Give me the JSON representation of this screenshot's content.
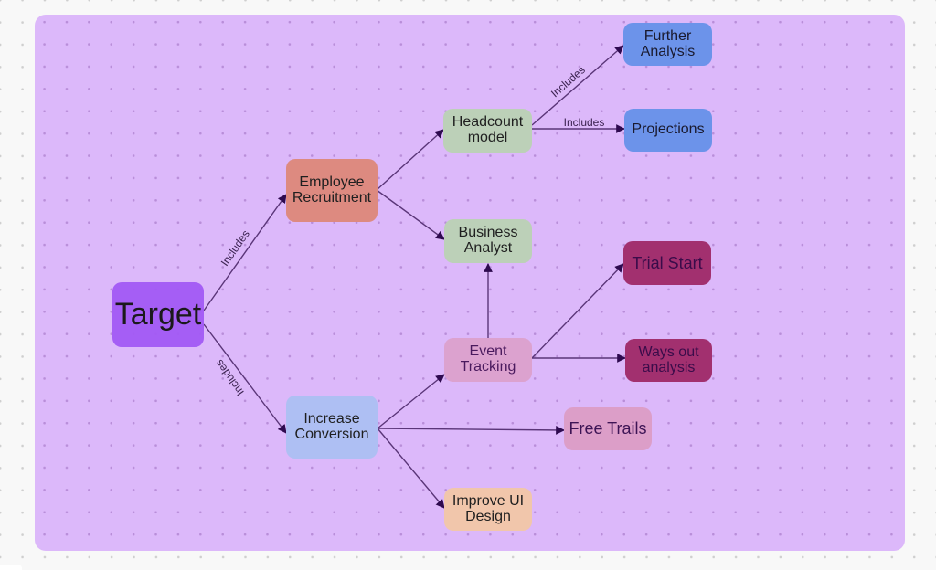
{
  "diagram": {
    "type": "mind-map",
    "colors": {
      "frame_background": "#dcb8fa",
      "edge": "#5a3578",
      "arrowhead": "#2e0a4f"
    },
    "nodes": [
      {
        "id": "target",
        "label": "Target",
        "fill": "#a35af5",
        "text_color": "#111111"
      },
      {
        "id": "employee-recruitment",
        "label": "Employee\nRecruitment",
        "fill": "#dd8a80",
        "text_color": "#1f1f1f"
      },
      {
        "id": "increase-conversion",
        "label": "Increase\nConversion",
        "fill": "#aebff3",
        "text_color": "#1f1f1f"
      },
      {
        "id": "headcount-model",
        "label": "Headcount\nmodel",
        "fill": "#bcd0b8",
        "text_color": "#1f1f1f"
      },
      {
        "id": "business-analyst",
        "label": "Business\nAnalyst",
        "fill": "#bcd0b8",
        "text_color": "#1f1f1f"
      },
      {
        "id": "further-analysis",
        "label": "Further\nAnalysis",
        "fill": "#6c93ea",
        "text_color": "#1a1a2e"
      },
      {
        "id": "projections",
        "label": "Projections",
        "fill": "#6c93ea",
        "text_color": "#1a1a2e"
      },
      {
        "id": "event-tracking",
        "label": "Event\nTracking",
        "fill": "#dca2cf",
        "text_color": "#4a1a5e"
      },
      {
        "id": "trial-start",
        "label": "Trial Start",
        "fill": "#a2306f",
        "text_color": "#3a0c4a"
      },
      {
        "id": "ways-out-analysis",
        "label": "Ways out\nanalysis",
        "fill": "#a2306f",
        "text_color": "#3a0c4a"
      },
      {
        "id": "free-trails",
        "label": "Free Trails",
        "fill": "#dc9ec8",
        "text_color": "#3d1455"
      },
      {
        "id": "improve-ui-design",
        "label": "Improve UI\nDesign",
        "fill": "#f1c6ab",
        "text_color": "#1f1f1f"
      }
    ],
    "edges": [
      {
        "from": "target",
        "to": "employee-recruitment",
        "label": "Includes"
      },
      {
        "from": "target",
        "to": "increase-conversion",
        "label": "Includes"
      },
      {
        "from": "employee-recruitment",
        "to": "headcount-model",
        "label": ""
      },
      {
        "from": "employee-recruitment",
        "to": "business-analyst",
        "label": ""
      },
      {
        "from": "headcount-model",
        "to": "further-analysis",
        "label": "Includes"
      },
      {
        "from": "headcount-model",
        "to": "projections",
        "label": "Includes"
      },
      {
        "from": "event-tracking",
        "to": "business-analyst",
        "label": ""
      },
      {
        "from": "event-tracking",
        "to": "trial-start",
        "label": ""
      },
      {
        "from": "event-tracking",
        "to": "ways-out-analysis",
        "label": ""
      },
      {
        "from": "increase-conversion",
        "to": "event-tracking",
        "label": ""
      },
      {
        "from": "increase-conversion",
        "to": "free-trails",
        "label": ""
      },
      {
        "from": "increase-conversion",
        "to": "improve-ui-design",
        "label": ""
      }
    ]
  }
}
